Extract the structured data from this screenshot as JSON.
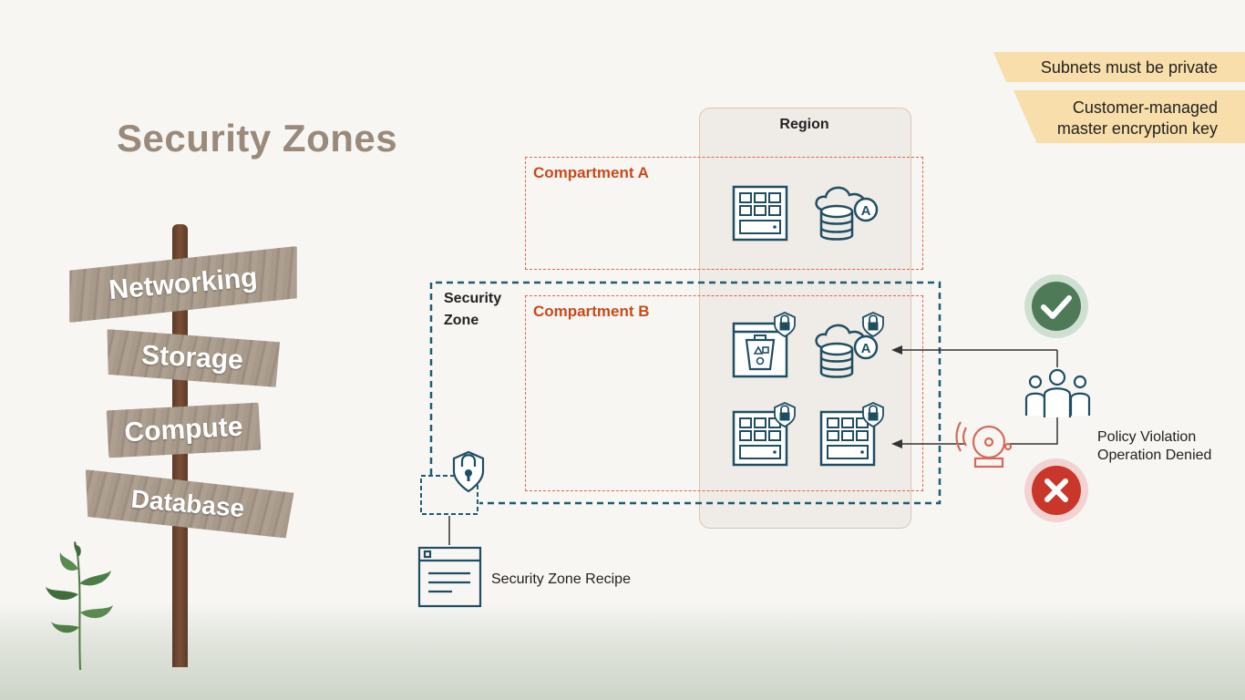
{
  "slide": {
    "title": "Security Zones"
  },
  "requirements": [
    {
      "text": "Subnets must be private"
    },
    {
      "text": "Customer-managed\nmaster encryption key"
    }
  ],
  "signpost": {
    "labels": [
      "Networking",
      "Storage",
      "Compute",
      "Database"
    ]
  },
  "diagram": {
    "region": "Region",
    "compartment_a": "Compartment A",
    "compartment_b": "Compartment B",
    "security_zone": "Security\nZone",
    "recipe": "Security Zone Recipe",
    "violation": "Policy Violation\nOperation Denied"
  },
  "colors": {
    "icon_stroke": "#1f4e63",
    "zone_border": "#1e5c70",
    "compartment_border": "#e0654a",
    "compartment_text": "#c74a1b",
    "allowed_badge": "#4f7a58",
    "denied_badge": "#c8372a",
    "alarm": "#d46a58",
    "tag_fill": "#f8deaa"
  },
  "icons": [
    "compute-instance-icon",
    "autonomous-database-icon",
    "object-storage-bucket-icon",
    "padlock-icon",
    "users-group-icon",
    "alarm-bell-icon",
    "check-icon",
    "x-icon",
    "recipe-document-icon"
  ]
}
